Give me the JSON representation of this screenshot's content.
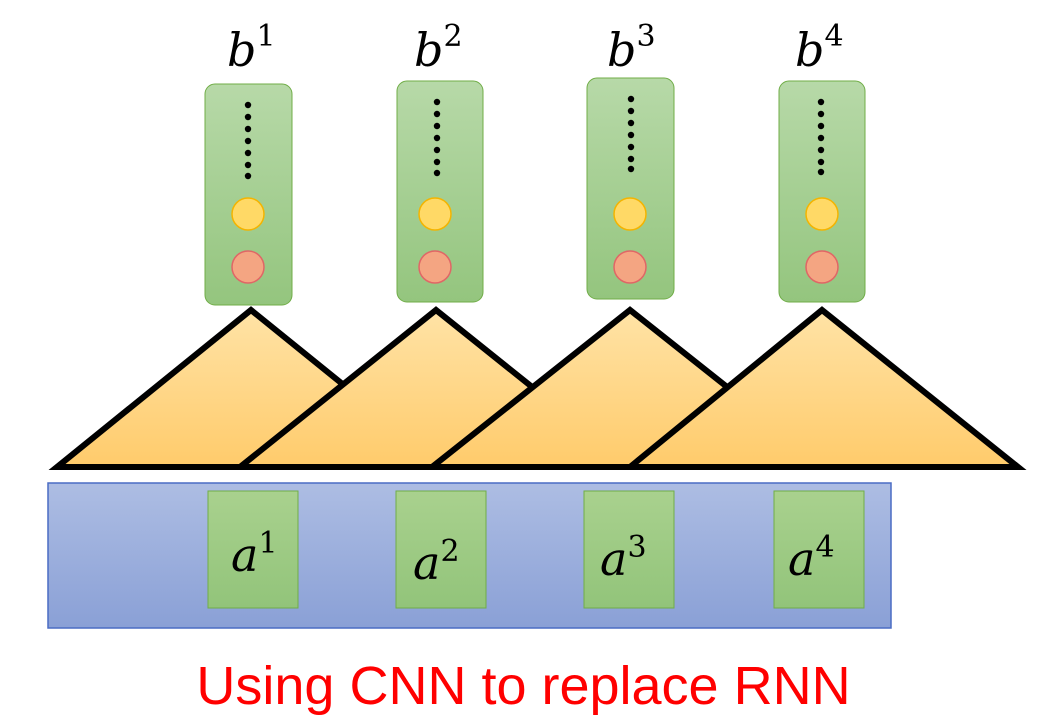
{
  "caption": "Using CNN to replace RNN",
  "outputs": [
    {
      "symbol": "b",
      "sup": "1"
    },
    {
      "symbol": "b",
      "sup": "2"
    },
    {
      "symbol": "b",
      "sup": "3"
    },
    {
      "symbol": "b",
      "sup": "4"
    }
  ],
  "inputs": [
    {
      "symbol": "a",
      "sup": "1"
    },
    {
      "symbol": "a",
      "sup": "2"
    },
    {
      "symbol": "a",
      "sup": "3"
    },
    {
      "symbol": "a",
      "sup": "4"
    }
  ],
  "colors": {
    "vector_fill_top": "#b6d7a8",
    "vector_fill_bottom": "#93c47d",
    "vector_stroke": "#70ad47",
    "neuron_top": "#ffd966",
    "neuron_top_stroke": "#f4b400",
    "neuron_bottom": "#f4a582",
    "neuron_bottom_stroke": "#e06666",
    "filter_fill_top": "#ffe0a0",
    "filter_fill_bottom": "#ffc966",
    "sequence_fill_top": "#aab9e0",
    "sequence_fill_bottom": "#8aa2d8",
    "sequence_stroke": "#4a6cc4",
    "caption": "#ff0000"
  },
  "icons": {
    "dots": "vertical-dotted-ellipsis-icon",
    "neuron": "circle-neuron-icon"
  }
}
